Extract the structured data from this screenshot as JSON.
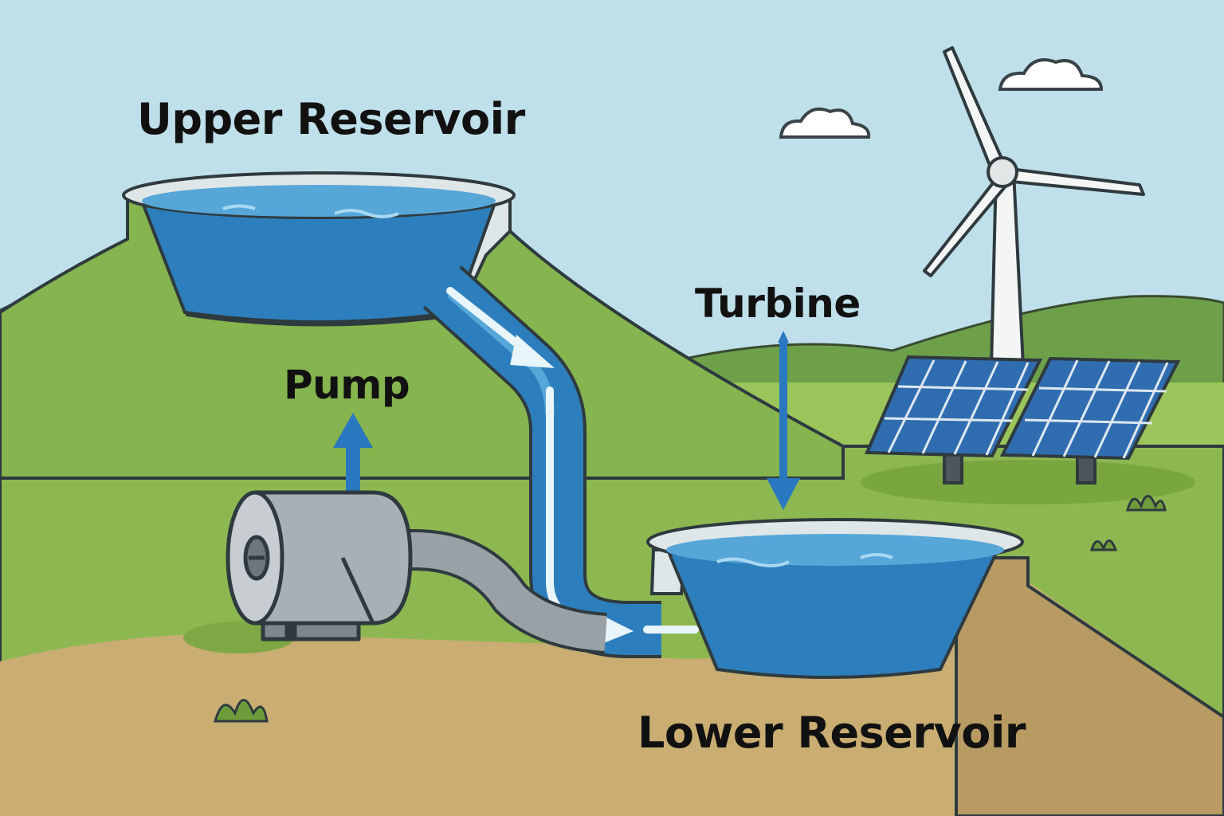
{
  "labels": {
    "upper_reservoir": "Upper Reservoir",
    "turbine": "Turbine",
    "pump": "Pump",
    "lower_reservoir": "Lower Reservoir"
  },
  "colors": {
    "sky": "#bfe0ea",
    "grass": "#8db851",
    "soil": "#c9ad72",
    "water": "#2c7fbc",
    "water_light": "#56a7d8",
    "outline": "#2f3a3f",
    "pump_body": "#a9b0b5",
    "solar_cell": "#2f6db0"
  },
  "icons": [
    "wind-turbine-icon",
    "solar-panel-icon",
    "pump-icon",
    "cloud-icon",
    "flow-arrow-icon"
  ]
}
